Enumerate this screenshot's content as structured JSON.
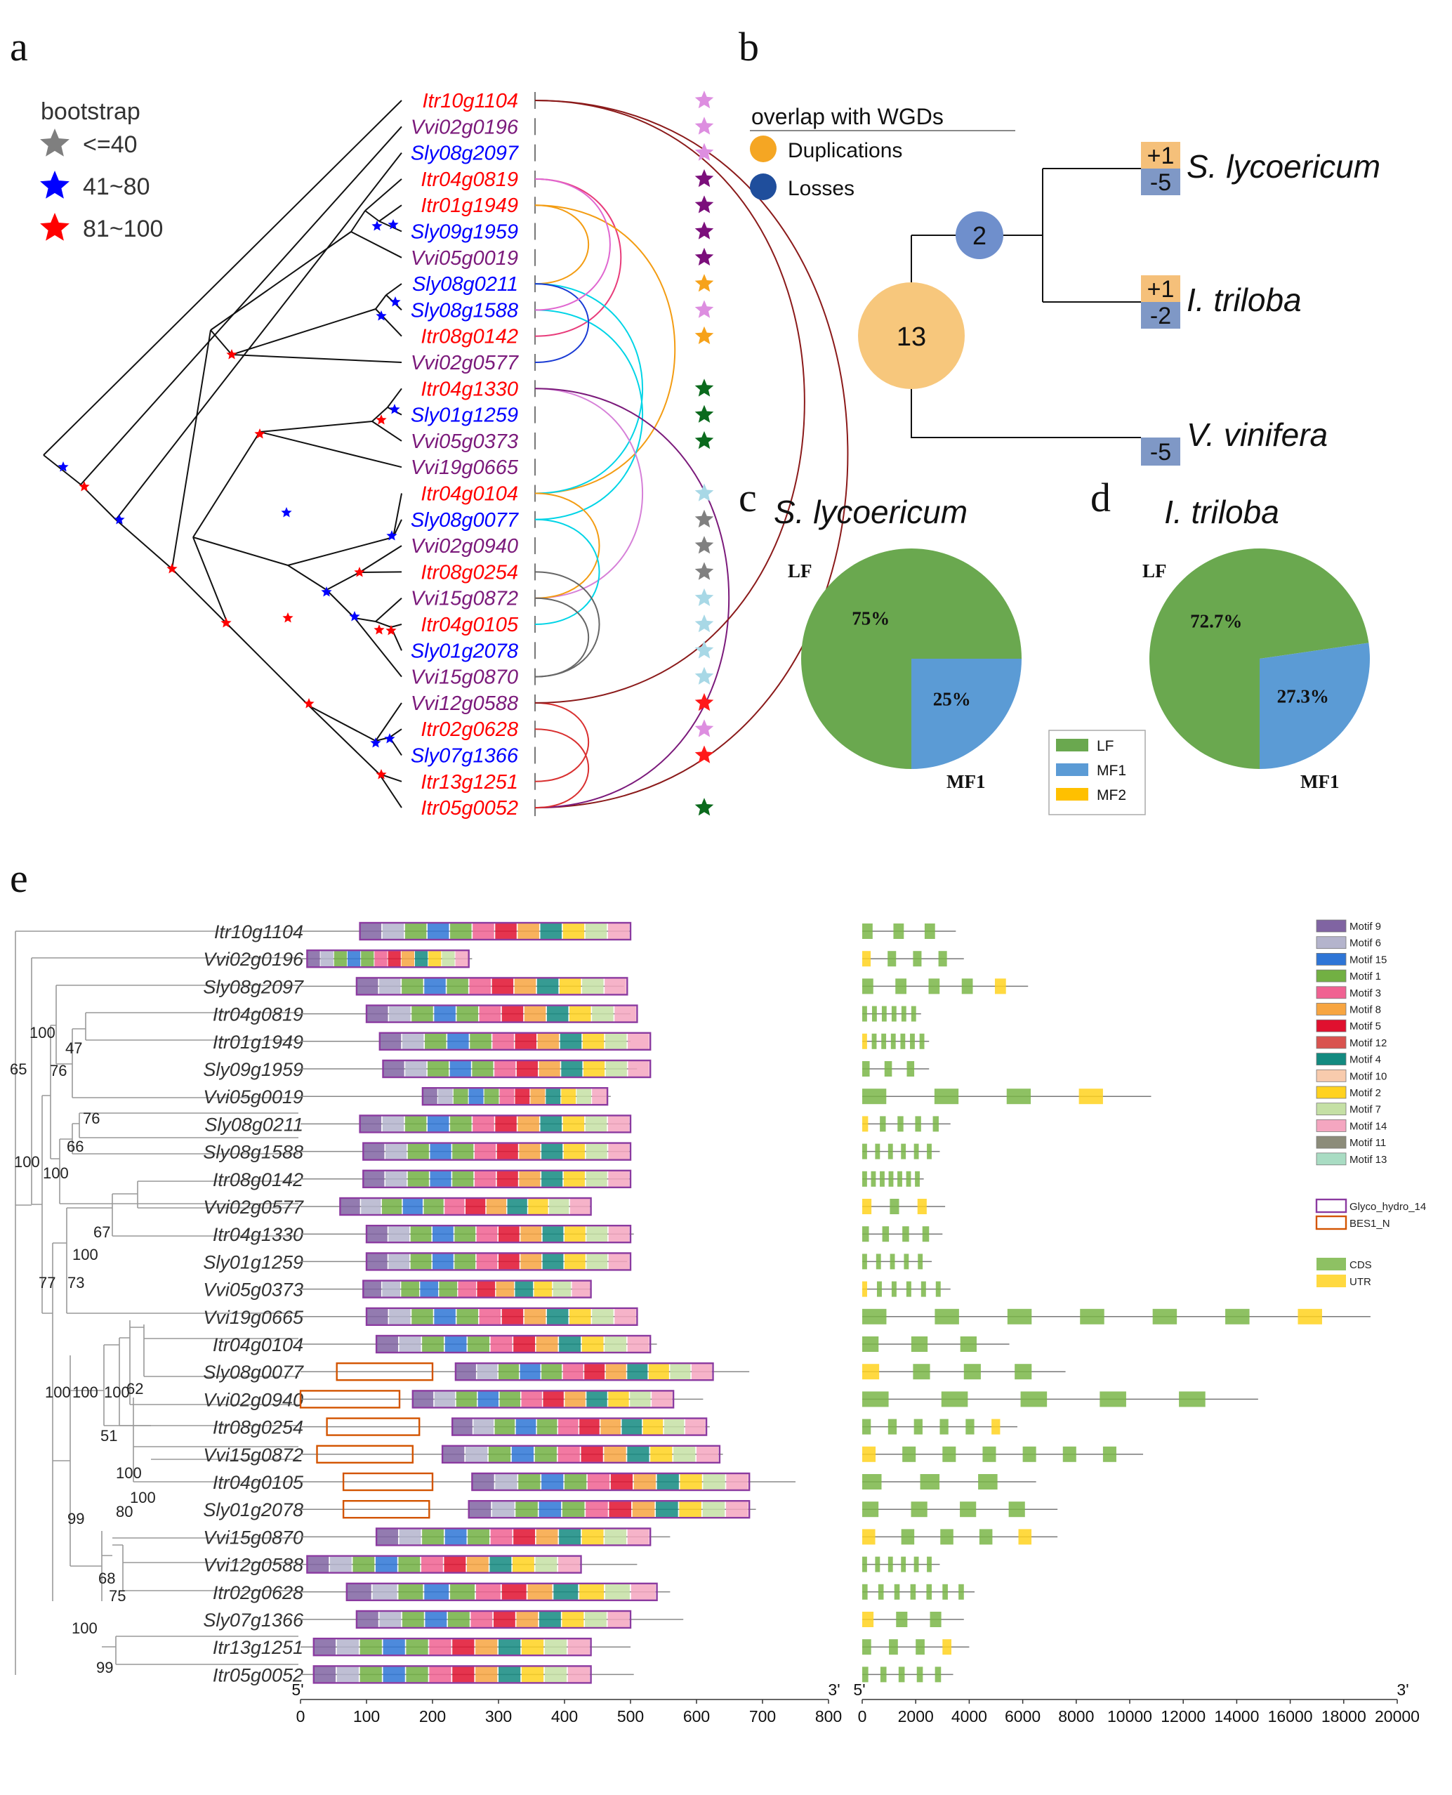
{
  "panel_letters": {
    "a": "a",
    "b": "b",
    "c": "c",
    "d": "d",
    "e": "e"
  },
  "panel_a": {
    "bootstrap_title": "bootstrap",
    "bootstrap_legend": [
      {
        "label": "<=40",
        "color": "#7f7f7f"
      },
      {
        "label": "41~80",
        "color": "#0000ff"
      },
      {
        "label": "81~100",
        "color": "#ff0000"
      }
    ],
    "genes": [
      {
        "name": "Itr10g1104",
        "color": "#ff0000",
        "star": "#dd8ee0"
      },
      {
        "name": "Vvi02g0196",
        "color": "#7b1a7b",
        "star": "#dd8ee0"
      },
      {
        "name": "Sly08g2097",
        "color": "#0000ff",
        "star": "#dd8ee0"
      },
      {
        "name": "Itr04g0819",
        "color": "#ff0000",
        "star": "#7b0f7b"
      },
      {
        "name": "Itr01g1949",
        "color": "#ff0000",
        "star": "#7b0f7b"
      },
      {
        "name": "Sly09g1959",
        "color": "#0000ff",
        "star": "#7b0f7b"
      },
      {
        "name": "Vvi05g0019",
        "color": "#7b1a7b",
        "star": "#7b0f7b"
      },
      {
        "name": "Sly08g0211",
        "color": "#0000ff",
        "star": "#f6a21a"
      },
      {
        "name": "Sly08g1588",
        "color": "#0000ff",
        "star": "#dd8ee0"
      },
      {
        "name": "Itr08g0142",
        "color": "#ff0000",
        "star": "#f6a21a"
      },
      {
        "name": "Vvi02g0577",
        "color": "#7b1a7b",
        "star": ""
      },
      {
        "name": "Itr04g1330",
        "color": "#ff0000",
        "star": "#0b6a1d"
      },
      {
        "name": "Sly01g1259",
        "color": "#0000ff",
        "star": "#0b6a1d"
      },
      {
        "name": "Vvi05g0373",
        "color": "#7b1a7b",
        "star": "#0b6a1d"
      },
      {
        "name": "Vvi19g0665",
        "color": "#7b1a7b",
        "star": ""
      },
      {
        "name": "Itr04g0104",
        "color": "#ff0000",
        "star": "#a8d8e6"
      },
      {
        "name": "Sly08g0077",
        "color": "#0000ff",
        "star": "#808080"
      },
      {
        "name": "Vvi02g0940",
        "color": "#7b1a7b",
        "star": "#808080"
      },
      {
        "name": "Itr08g0254",
        "color": "#ff0000",
        "star": "#808080"
      },
      {
        "name": "Vvi15g0872",
        "color": "#7b1a7b",
        "star": "#a8d8e6"
      },
      {
        "name": "Itr04g0105",
        "color": "#ff0000",
        "star": "#a8d8e6"
      },
      {
        "name": "Sly01g2078",
        "color": "#0000ff",
        "star": "#a8d8e6"
      },
      {
        "name": "Vvi15g0870",
        "color": "#7b1a7b",
        "star": "#a8d8e6"
      },
      {
        "name": "Vvi12g0588",
        "color": "#7b1a7b",
        "star": "#ff1a1a"
      },
      {
        "name": "Itr02g0628",
        "color": "#ff0000",
        "star": "#dd8ee0"
      },
      {
        "name": "Sly07g1366",
        "color": "#0000ff",
        "star": "#ff1a1a"
      },
      {
        "name": "Itr13g1251",
        "color": "#ff0000",
        "star": ""
      },
      {
        "name": "Itr05g0052",
        "color": "#ff0000",
        "star": "#0b6a1d"
      }
    ]
  },
  "panel_b": {
    "legend_title": "overlap with WGDs",
    "legend": [
      {
        "label": "Duplications",
        "color": "#f5a623"
      },
      {
        "label": "Losses",
        "color": "#1f4e9c"
      }
    ],
    "node_values": {
      "root": "13",
      "inner": "2"
    },
    "species": [
      {
        "name": "S. lycoericum",
        "gain": "+1",
        "loss": "-5"
      },
      {
        "name": "I. triloba",
        "gain": "+1",
        "loss": "-2"
      },
      {
        "name": "V. vinifera",
        "gain": "",
        "loss": "-5"
      }
    ],
    "colors": {
      "gain_box": "#f5c07a",
      "loss_box": "#7f98c6",
      "root_node": "#f7c77c",
      "inner_node": "#6f8fcc"
    }
  },
  "panel_c": {
    "title": "S. lycoericum",
    "slice_labels": [
      "LF",
      "MF1"
    ],
    "slices": [
      {
        "name": "LF",
        "value": 75,
        "text": "75%",
        "color": "#6aa84f"
      },
      {
        "name": "MF1",
        "value": 25,
        "text": "25%",
        "color": "#5b9bd5"
      }
    ]
  },
  "panel_d": {
    "title": "I. triloba",
    "slice_labels": [
      "LF",
      "MF1"
    ],
    "slices": [
      {
        "name": "LF",
        "value": 72.7,
        "text": "72.7%",
        "color": "#6aa84f"
      },
      {
        "name": "MF1",
        "value": 27.3,
        "text": "27.3%",
        "color": "#5b9bd5"
      }
    ]
  },
  "pie_legend": [
    {
      "label": "LF",
      "color": "#6aa84f"
    },
    {
      "label": "MF1",
      "color": "#5b9bd5"
    },
    {
      "label": "MF2",
      "color": "#ffc000"
    }
  ],
  "panel_e": {
    "genes": [
      "Itr10g1104",
      "Vvi02g0196",
      "Sly08g2097",
      "Itr04g0819",
      "Itr01g1949",
      "Sly09g1959",
      "Vvi05g0019",
      "Sly08g0211",
      "Sly08g1588",
      "Itr08g0142",
      "Vvi02g0577",
      "Itr04g1330",
      "Sly01g1259",
      "Vvi05g0373",
      "Vvi19g0665",
      "Itr04g0104",
      "Sly08g0077",
      "Vvi02g0940",
      "Itr08g0254",
      "Vvi15g0872",
      "Itr04g0105",
      "Sly01g2078",
      "Vvi15g0870",
      "Vvi12g0588",
      "Itr02g0628",
      "Sly07g1366",
      "Itr13g1251",
      "Itr05g0052"
    ],
    "bootstrap_values": [
      "100",
      "47",
      "65",
      "76",
      "76",
      "66",
      "100",
      "100",
      "67",
      "100",
      "77",
      "73",
      "62",
      "100",
      "100",
      "100",
      "51",
      "100",
      "100",
      "80",
      "99",
      "68",
      "75",
      "100",
      "99"
    ],
    "protein_axis": {
      "ticks": [
        "0",
        "100",
        "200",
        "300",
        "400",
        "500",
        "600",
        "700",
        "800"
      ],
      "left_label": "5'",
      "right_label": "3'"
    },
    "gene_axis": {
      "ticks": [
        "0",
        "2000",
        "4000",
        "6000",
        "8000",
        "10000",
        "12000",
        "14000",
        "16000",
        "18000",
        "20000"
      ],
      "left_label": "5'",
      "right_label": "3'"
    },
    "motif_legend": [
      {
        "label": "Motif 9",
        "color": "#8064a2"
      },
      {
        "label": "Motif 6",
        "color": "#b4b4cc"
      },
      {
        "label": "Motif 15",
        "color": "#2e75d6"
      },
      {
        "label": "Motif 1",
        "color": "#72b043"
      },
      {
        "label": "Motif 3",
        "color": "#f06292"
      },
      {
        "label": "Motif 8",
        "color": "#f7a541"
      },
      {
        "label": "Motif 5",
        "color": "#e0102f"
      },
      {
        "label": "Motif 12",
        "color": "#d9534f"
      },
      {
        "label": "Motif 4",
        "color": "#138a80"
      },
      {
        "label": "Motif 10",
        "color": "#f8cbad"
      },
      {
        "label": "Motif 2",
        "color": "#ffd21f"
      },
      {
        "label": "Motif 7",
        "color": "#c5e0a5"
      },
      {
        "label": "Motif 14",
        "color": "#f4a6c0"
      },
      {
        "label": "Motif 11",
        "color": "#8c8c7a"
      },
      {
        "label": "Motif 13",
        "color": "#a9dcc3"
      }
    ],
    "domain_legend": [
      {
        "label": "Glyco_hydro_14",
        "color": "#8b3aa0"
      },
      {
        "label": "BES1_N",
        "color": "#d35400"
      }
    ],
    "structure_legend": [
      {
        "label": "CDS",
        "color": "#7ab648"
      },
      {
        "label": "UTR",
        "color": "#ffd21f"
      }
    ]
  }
}
